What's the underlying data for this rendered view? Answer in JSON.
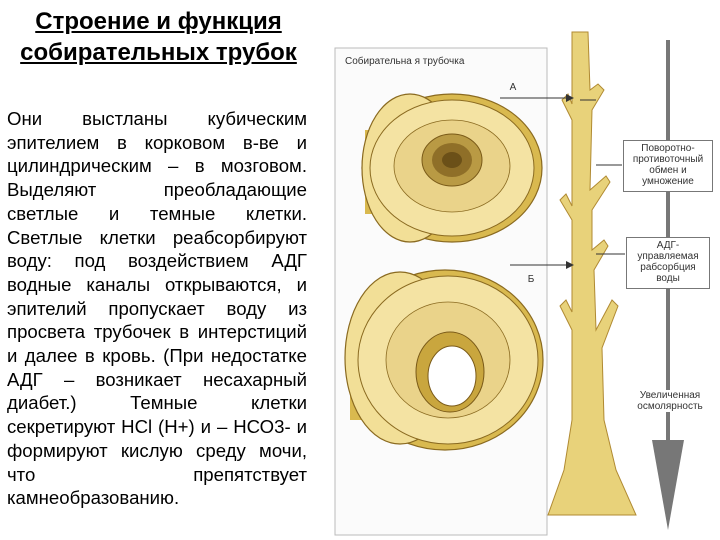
{
  "slide": {
    "title": "Строение и функция собирательных трубок",
    "body": "Они выстланы кубическим эпителием в корковом в-ве и цилиндрическим – в мозговом. Выделяют преобладающие светлые и темные клетки. Светлые клетки реабсорбируют воду: под воздействием АДГ водные каналы открываются, и эпителий пропускает воду из просвета трубочек в интерстиций и далее в кровь. (При недостатке АДГ – возникает несахарный диабет.) Темные клетки секретируют НCl (Н+) и – НСО3- и формируют кислую среду мочи, что препятствует камнеобразованию."
  },
  "figure": {
    "panel_title": "Собирательна я трубочка",
    "label_a": "А",
    "label_b": "Б",
    "box_countercurrent": "Поворотно-противоточный обмен и умножение",
    "box_adh": "АДГ-управляемая рабсорбция воды",
    "increased_osmolarity": "Увеличенная осмолярность",
    "colors": {
      "tubule": "#e8d27a",
      "tubule_light": "#f6e9b0",
      "tubule_dark": "#c9a63e",
      "outline": "#8a6a20",
      "arrow_gray": "#777777"
    }
  }
}
